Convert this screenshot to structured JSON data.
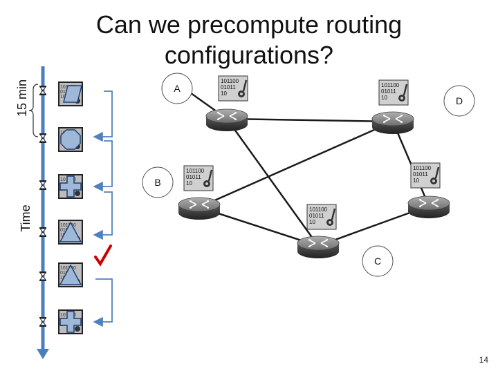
{
  "slide": {
    "title_line1": "Can we precompute routing",
    "title_line2": "configurations?",
    "interval_label": "15 min",
    "axis_label": "Time",
    "slide_number": "14"
  },
  "nodes": [
    {
      "id": "A",
      "label": "A"
    },
    {
      "id": "B",
      "label": "B"
    },
    {
      "id": "C",
      "label": "C"
    },
    {
      "id": "D",
      "label": "D"
    }
  ],
  "config_badge": {
    "line1": "101100",
    "line2": "01011",
    "line3": "10"
  },
  "timeline": {
    "shapes": [
      "parallelogram",
      "octagon",
      "cross",
      "triangle",
      "triangle",
      "cross"
    ]
  },
  "colors": {
    "timeline": "#4a7fbf",
    "bracket": "#4f81bd",
    "check": "#cc0000",
    "router_top": "#8a8a8a",
    "router_side": "#3d3d3d"
  }
}
